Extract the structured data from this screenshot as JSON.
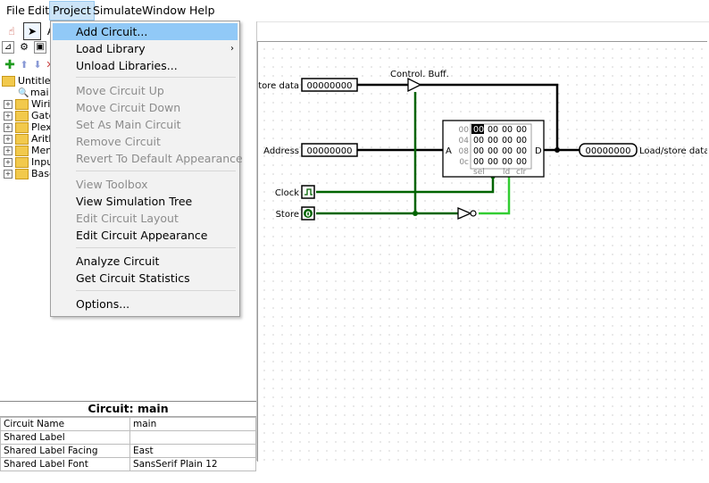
{
  "menubar": {
    "items": [
      "File",
      "Edit",
      "Project",
      "Simulate",
      "Window",
      "Help"
    ],
    "active": "Project"
  },
  "project_menu": {
    "items": [
      {
        "label": "Add Circuit...",
        "enabled": true,
        "highlighted": true
      },
      {
        "label": "Load Library",
        "enabled": true,
        "submenu": true
      },
      {
        "label": "Unload Libraries...",
        "enabled": true
      },
      {
        "label": "Move Circuit Up",
        "enabled": false
      },
      {
        "label": "Move Circuit Down",
        "enabled": false
      },
      {
        "label": "Set As Main Circuit",
        "enabled": false
      },
      {
        "label": "Remove Circuit",
        "enabled": false
      },
      {
        "label": "Revert To Default Appearance",
        "enabled": false
      },
      {
        "label": "View Toolbox",
        "enabled": false
      },
      {
        "label": "View Simulation Tree",
        "enabled": true
      },
      {
        "label": "Edit Circuit Layout",
        "enabled": false
      },
      {
        "label": "Edit Circuit Appearance",
        "enabled": true
      },
      {
        "label": "Analyze Circuit",
        "enabled": true
      },
      {
        "label": "Get Circuit Statistics",
        "enabled": true
      },
      {
        "label": "Options...",
        "enabled": true
      }
    ]
  },
  "tree": {
    "project": "Untitled*",
    "circuit": "mai",
    "libraries": [
      "Wirin",
      "Gates",
      "Plexe",
      "Arith",
      "Mem",
      "Input",
      "Base"
    ]
  },
  "properties": {
    "title": "Circuit: main",
    "rows": [
      {
        "name": "Circuit Name",
        "value": "main"
      },
      {
        "name": "Shared Label",
        "value": ""
      },
      {
        "name": "Shared Label Facing",
        "value": "East"
      },
      {
        "name": "Shared Label Font",
        "value": "SansSerif Plain 12"
      }
    ]
  },
  "circuit": {
    "labels": {
      "store_data": "Store data",
      "address": "Address",
      "clock": "Clock",
      "store": "Store",
      "buffer": "Control. Buff.",
      "output": "Load/store data"
    },
    "pins": {
      "store_data_value": "00000000",
      "address_value": "00000000",
      "output_value": "00000000",
      "store_value": "0"
    },
    "ram": {
      "port_a": "A",
      "port_d": "D",
      "row_addresses": [
        "00",
        "04",
        "08",
        "0c"
      ],
      "cells": [
        [
          "00",
          "00",
          "00",
          "00"
        ],
        [
          "00",
          "00",
          "00",
          "00"
        ],
        [
          "00",
          "00",
          "00",
          "00"
        ],
        [
          "00",
          "00",
          "00",
          "00"
        ]
      ],
      "bottom_labels": [
        "sel",
        "ld",
        "clr"
      ]
    },
    "colors": {
      "wire_dark": "#006400",
      "wire_bright": "#32cd32",
      "wire_bus": "#000000"
    }
  }
}
